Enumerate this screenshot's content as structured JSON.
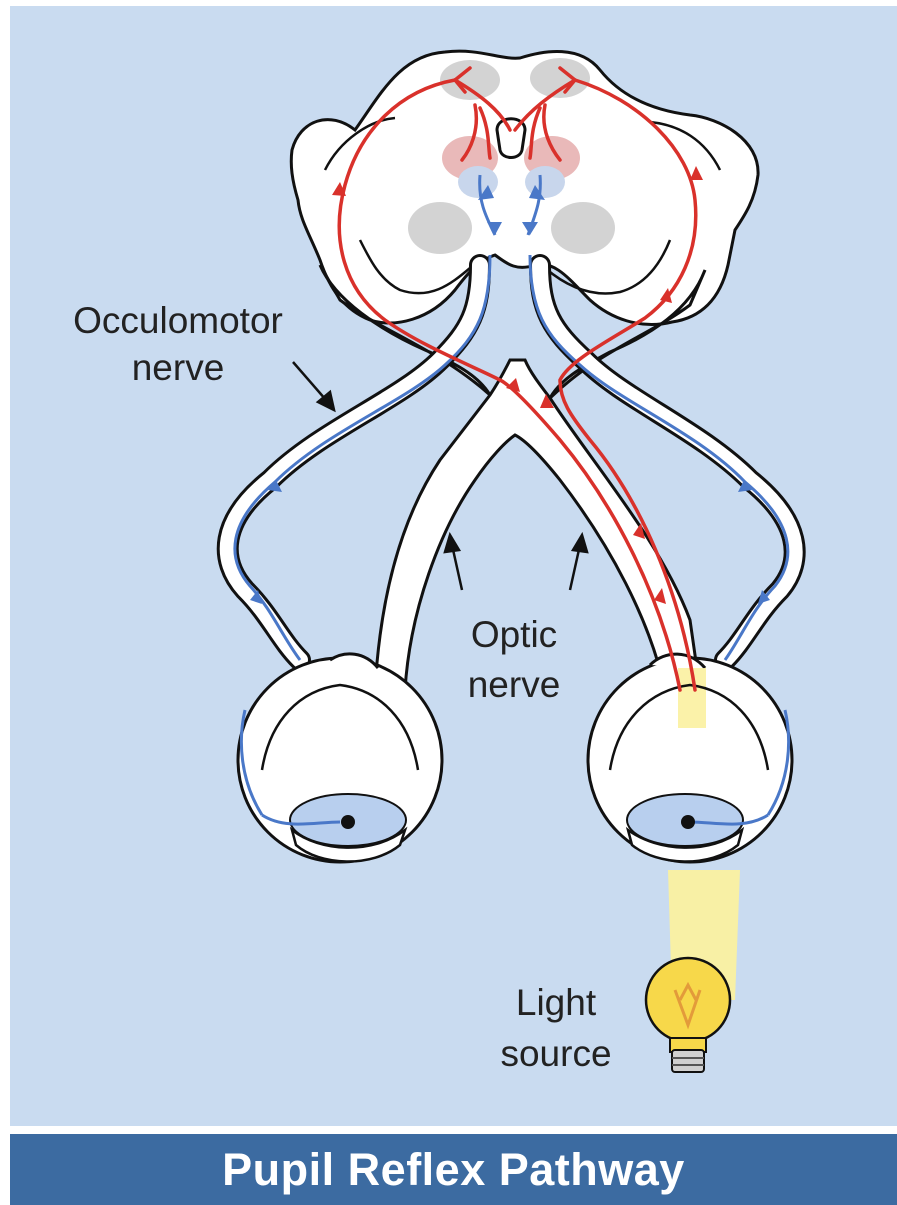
{
  "title": "Pupil Reflex Pathway",
  "labels": {
    "occulomotor_line1": "Occulomotor",
    "occulomotor_line2": "nerve",
    "optic_line1": "Optic",
    "optic_line2": "nerve",
    "light_line1": "Light",
    "light_line2": "source"
  },
  "colors": {
    "background": "#c9dbf0",
    "title_bar": "#3c6ba1",
    "afferent_pathway": "#d9312b",
    "efferent_pathway": "#4a78c8",
    "nucleus": "#d3d3d3",
    "light_beam": "#fbf3a8",
    "bulb": "#f7d84a"
  }
}
